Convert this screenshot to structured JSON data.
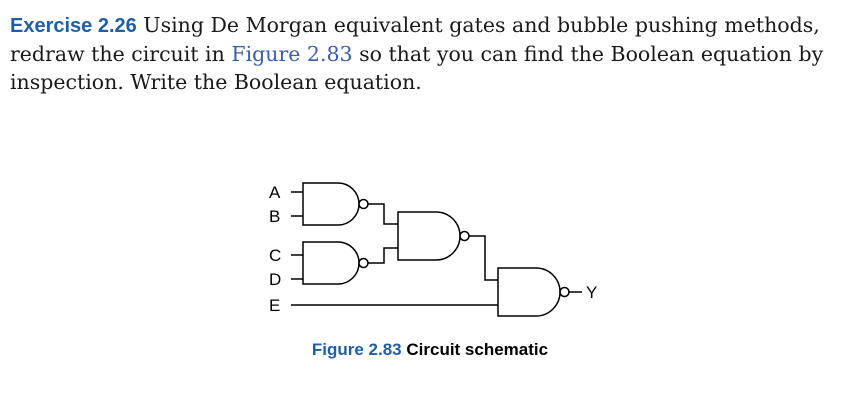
{
  "exercise": {
    "label": "Exercise 2.26",
    "text_before_link": " Using De Morgan equivalent gates and bubble pushing methods, redraw the circuit in ",
    "figure_link": "Figure 2.83",
    "text_after_link": " so that you can find the Boolean equation by inspection. Write the Boolean equation."
  },
  "schematic": {
    "inputs": [
      "A",
      "B",
      "C",
      "D",
      "E"
    ],
    "output": "Y"
  },
  "caption": {
    "label": "Figure 2.83",
    "title": "Circuit schematic"
  }
}
